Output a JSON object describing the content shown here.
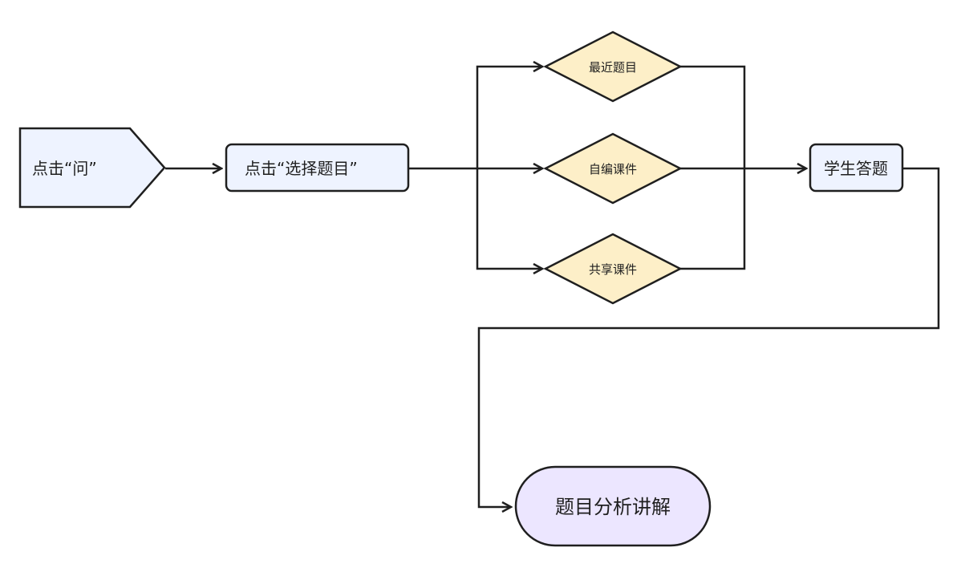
{
  "nodes": {
    "click_ask": "点击“问”",
    "click_select": "点击“选择题目”",
    "recent_questions": "最近题目",
    "custom_courseware": "自编课件",
    "shared_courseware": "共享课件",
    "student_answer": "学生答题",
    "question_analysis": "题目分析讲解"
  },
  "colors": {
    "process_fill": "#eef3ff",
    "decision_fill": "#fdefc8",
    "terminal_fill": "#ece6ff",
    "stroke": "#1f1f1f"
  }
}
